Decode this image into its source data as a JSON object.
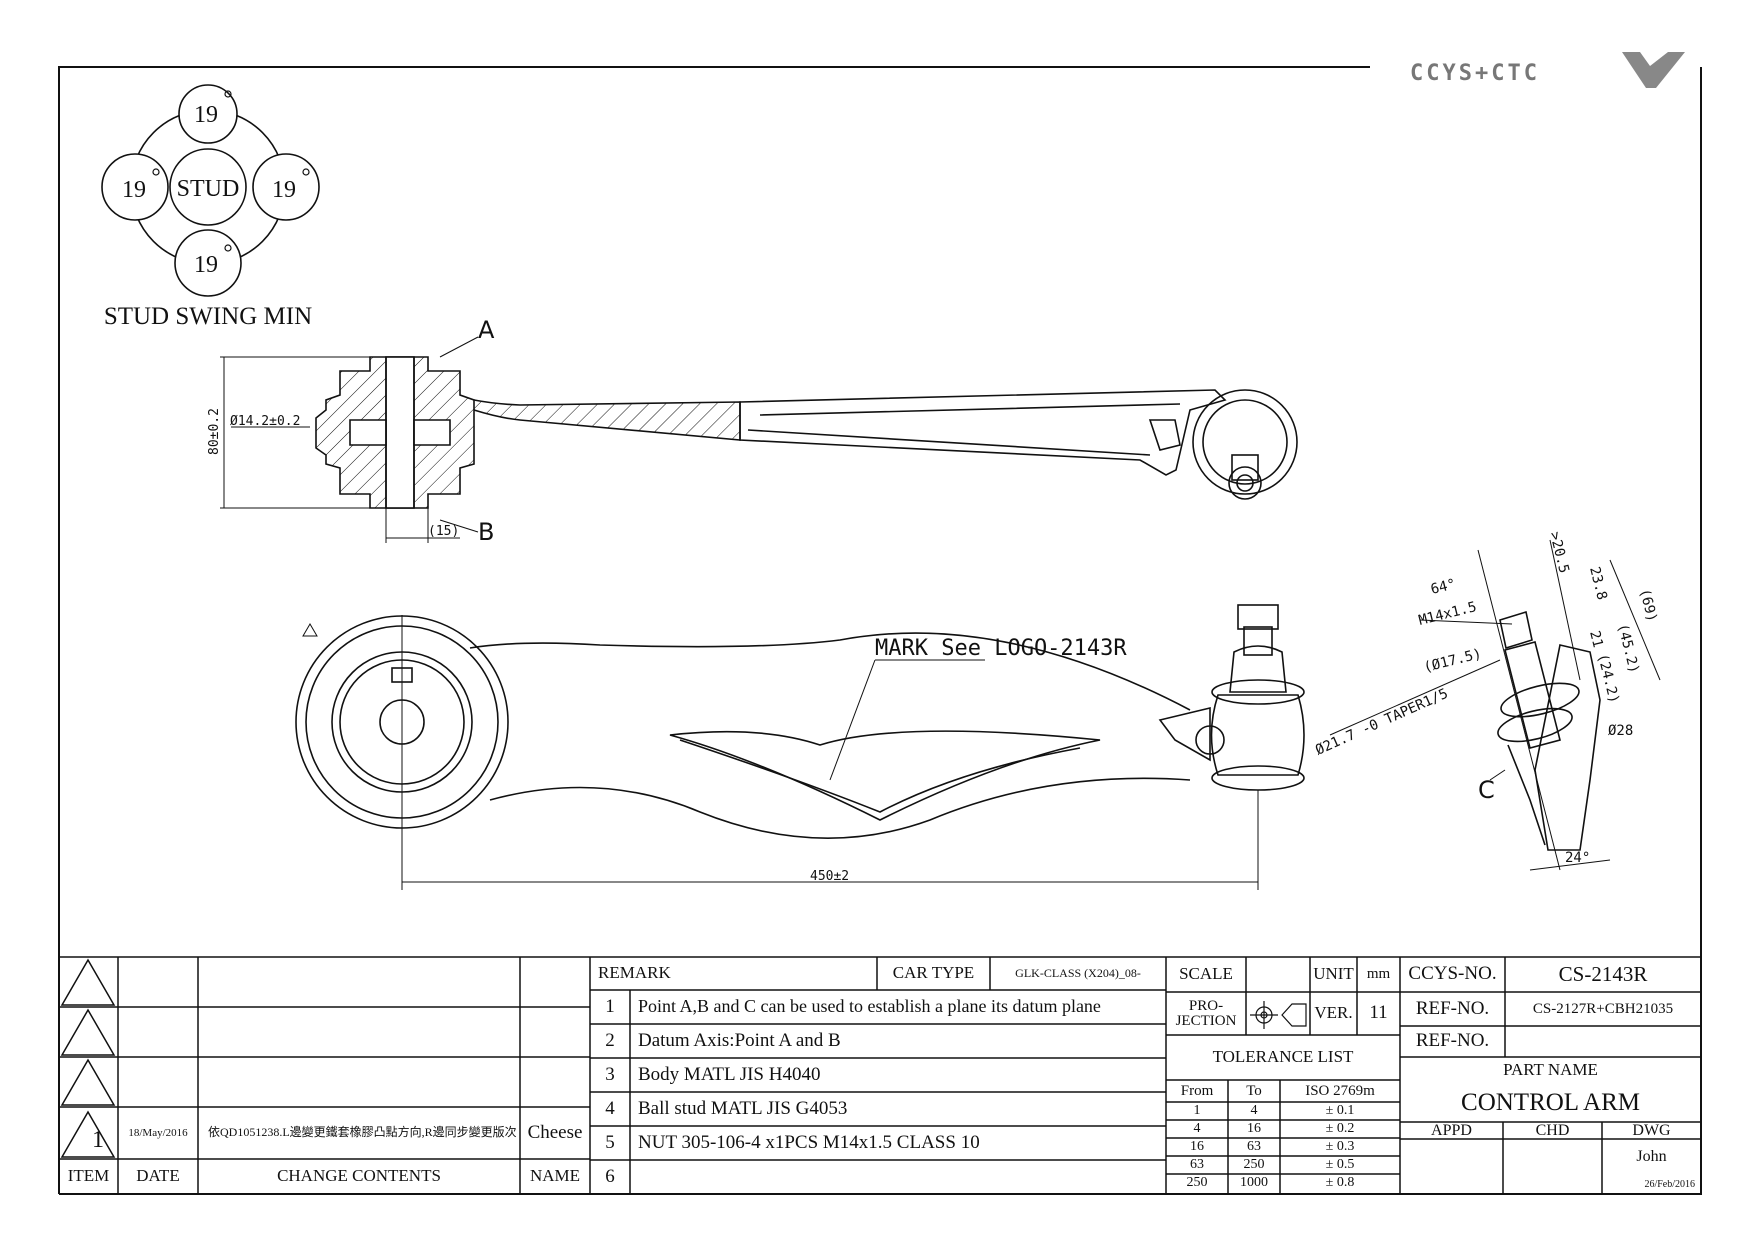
{
  "brand": {
    "logo_text": "CCYS+CTC"
  },
  "stud_swing": {
    "title": "STUD SWING MIN",
    "center": "STUD",
    "angles": [
      "19",
      "19",
      "19",
      "19"
    ]
  },
  "dimensions": {
    "point_a": "A",
    "point_b": "B",
    "point_c": "C",
    "height": "80±0.2",
    "bore": "Ø14.2±0.2",
    "offset": "(15)",
    "length": "450±2",
    "mark_note": "MARK See LOGO-2143R",
    "side": {
      "angle_top": "64°",
      "thread": "M14x1.5",
      "dia_175": "(Ø17.5)",
      "taper": "Ø21.7 -0 TAPER1/5",
      "d205": ">20.5",
      "d238": "23.8",
      "d69": "(69)",
      "d452": "(45.2)",
      "d21": "21",
      "d242": "(24.2)",
      "d28": "Ø28",
      "angle_bottom": "24°"
    }
  },
  "revision_table": {
    "headers": {
      "item": "ITEM",
      "date": "DATE",
      "contents": "CHANGE CONTENTS",
      "name": "NAME"
    },
    "rows": [
      {
        "item": "",
        "date": "",
        "contents": "",
        "name": ""
      },
      {
        "item": "",
        "date": "",
        "contents": "",
        "name": ""
      },
      {
        "item": "",
        "date": "",
        "contents": "",
        "name": ""
      },
      {
        "item": "1",
        "date": "18/May/2016",
        "contents": "依QD1051238.L邊變更鐵套橡膠凸點方向,R邊同步變更版次",
        "name": "Cheese"
      }
    ]
  },
  "remarks": {
    "header": "REMARK",
    "car_type_label": "CAR TYPE",
    "car_type": "GLK-CLASS (X204)_08-",
    "items": [
      {
        "no": "1",
        "text": "Point A,B and C can be used to establish a plane its datum plane"
      },
      {
        "no": "2",
        "text": "Datum Axis:Point A and B"
      },
      {
        "no": "3",
        "text": "Body MATL JIS H4040"
      },
      {
        "no": "4",
        "text": "Ball stud MATL JIS G4053"
      },
      {
        "no": "5",
        "text": "NUT 305-106-4 x1PCS M14x1.5 CLASS 10"
      },
      {
        "no": "6",
        "text": ""
      }
    ]
  },
  "spec": {
    "scale_label": "SCALE",
    "scale_value": "",
    "unit_label": "UNIT",
    "unit_value": "mm",
    "projection_label": "PRO-\nJECTION",
    "ver_label": "VER.",
    "ver_value": "11",
    "tolerance_title": "TOLERANCE LIST",
    "tol_headers": [
      "From",
      "To",
      "ISO 2769m"
    ],
    "tolerances": [
      [
        "1",
        "4",
        "± 0.1"
      ],
      [
        "4",
        "16",
        "± 0.2"
      ],
      [
        "16",
        "63",
        "± 0.3"
      ],
      [
        "63",
        "250",
        "± 0.5"
      ],
      [
        "250",
        "1000",
        "± 0.8"
      ]
    ]
  },
  "title_block": {
    "ccys_label": "CCYS-NO.",
    "ccys_no": "CS-2143R",
    "ref_label": "REF-NO.",
    "ref_no": "CS-2127R+CBH21035",
    "ref2_label": "REF-NO.",
    "ref2_no": "",
    "part_name_label": "PART NAME",
    "part_name": "CONTROL ARM",
    "appd": "APPD",
    "chd": "CHD",
    "dwg": "DWG",
    "dwg_by": "John",
    "dwg_date": "26/Feb/2016"
  }
}
